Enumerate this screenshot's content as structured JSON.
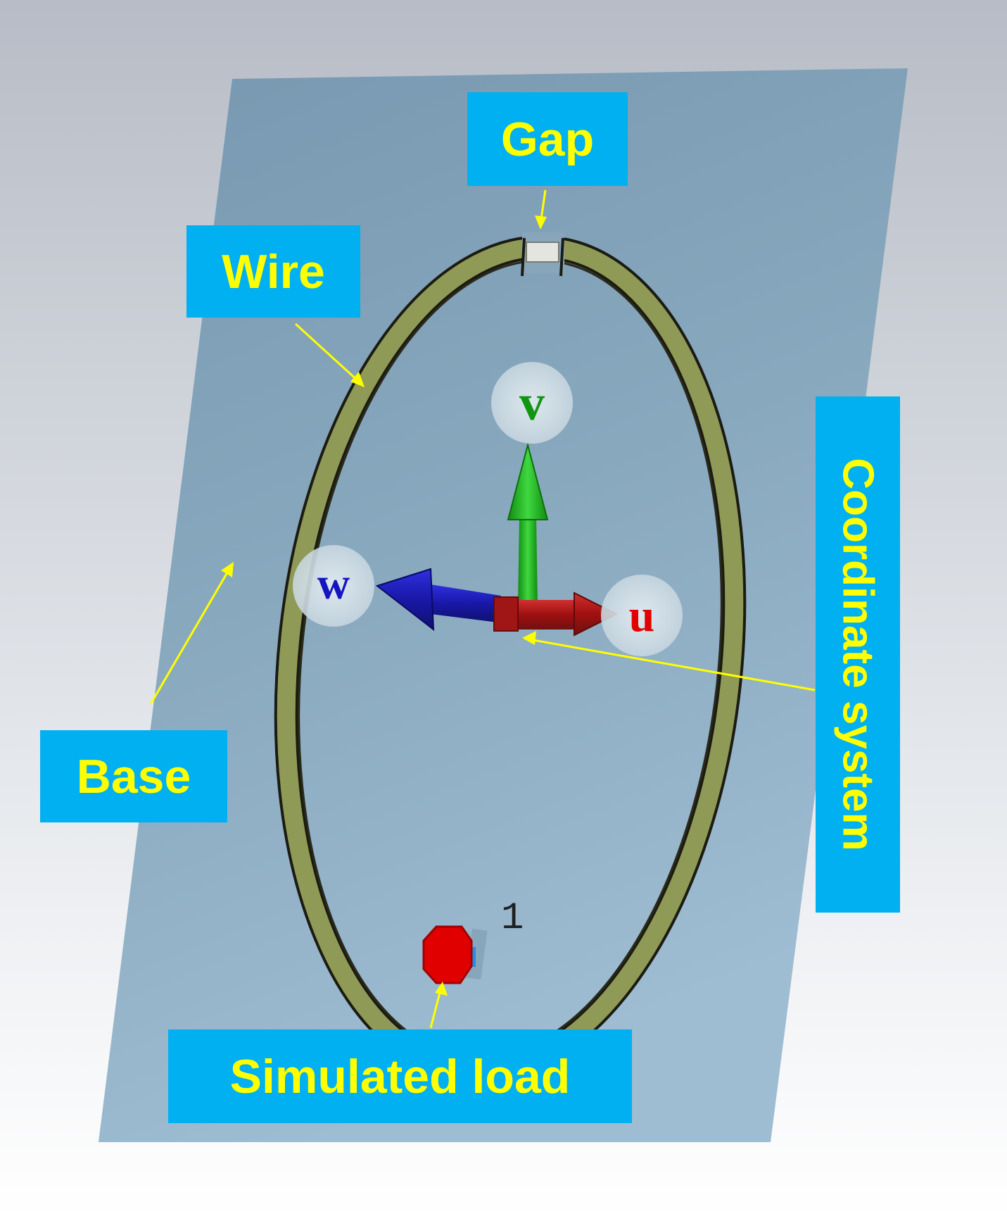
{
  "labels": {
    "gap": "Gap",
    "wire": "Wire",
    "base": "Base",
    "coordinate_system": "Coordinate system",
    "simulated_load": "Simulated load"
  },
  "axes": {
    "u": "u",
    "v": "v",
    "w": "w"
  },
  "port_number": "1",
  "icons": [
    "base-plane",
    "wire-loop",
    "gap-block",
    "load-port",
    "axis-arrow"
  ],
  "colors": {
    "label_bg": "#00b0f0",
    "label_text": "#ffff00",
    "base_plane": "#7e9fb6",
    "wire": "#8f9a56",
    "load": "#e00000",
    "axis_u": "#b01010",
    "axis_v": "#1aa01a",
    "axis_w": "#1515b0",
    "pointer": "#ffff00"
  }
}
